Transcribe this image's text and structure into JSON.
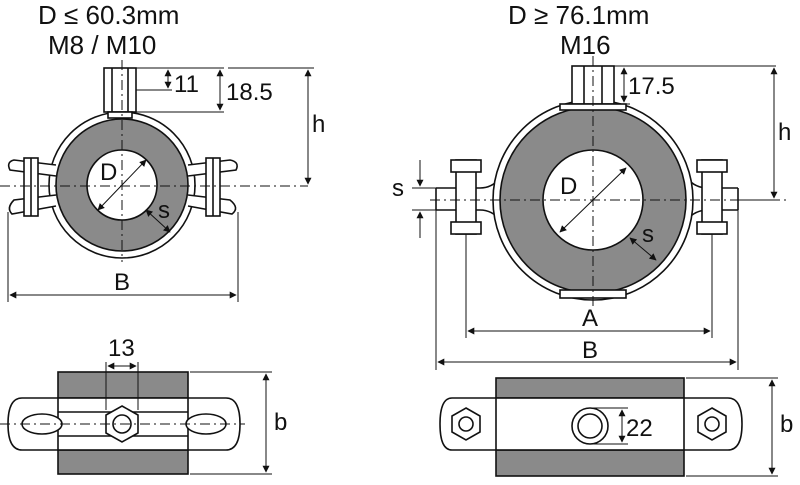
{
  "left_clamp": {
    "title_size": "D ≤ 60.3mm",
    "title_thread": "M8 / M10",
    "dim_nut_height": "11",
    "dim_total_height": "18.5",
    "dim_h": "h",
    "dim_D": "D",
    "dim_s": "s",
    "dim_B": "B",
    "dim_13": "13",
    "dim_b": "b"
  },
  "right_clamp": {
    "title_size": "D ≥ 76.1mm",
    "title_thread": "M16",
    "dim_nut_height": "17.5",
    "dim_h": "h",
    "dim_s_left": "s",
    "dim_D": "D",
    "dim_s": "s",
    "dim_A": "A",
    "dim_B": "B",
    "dim_22": "22",
    "dim_b": "b"
  },
  "colors": {
    "rubber": "#8a8a8a",
    "line": "#111111",
    "metal": "#ffffff"
  }
}
